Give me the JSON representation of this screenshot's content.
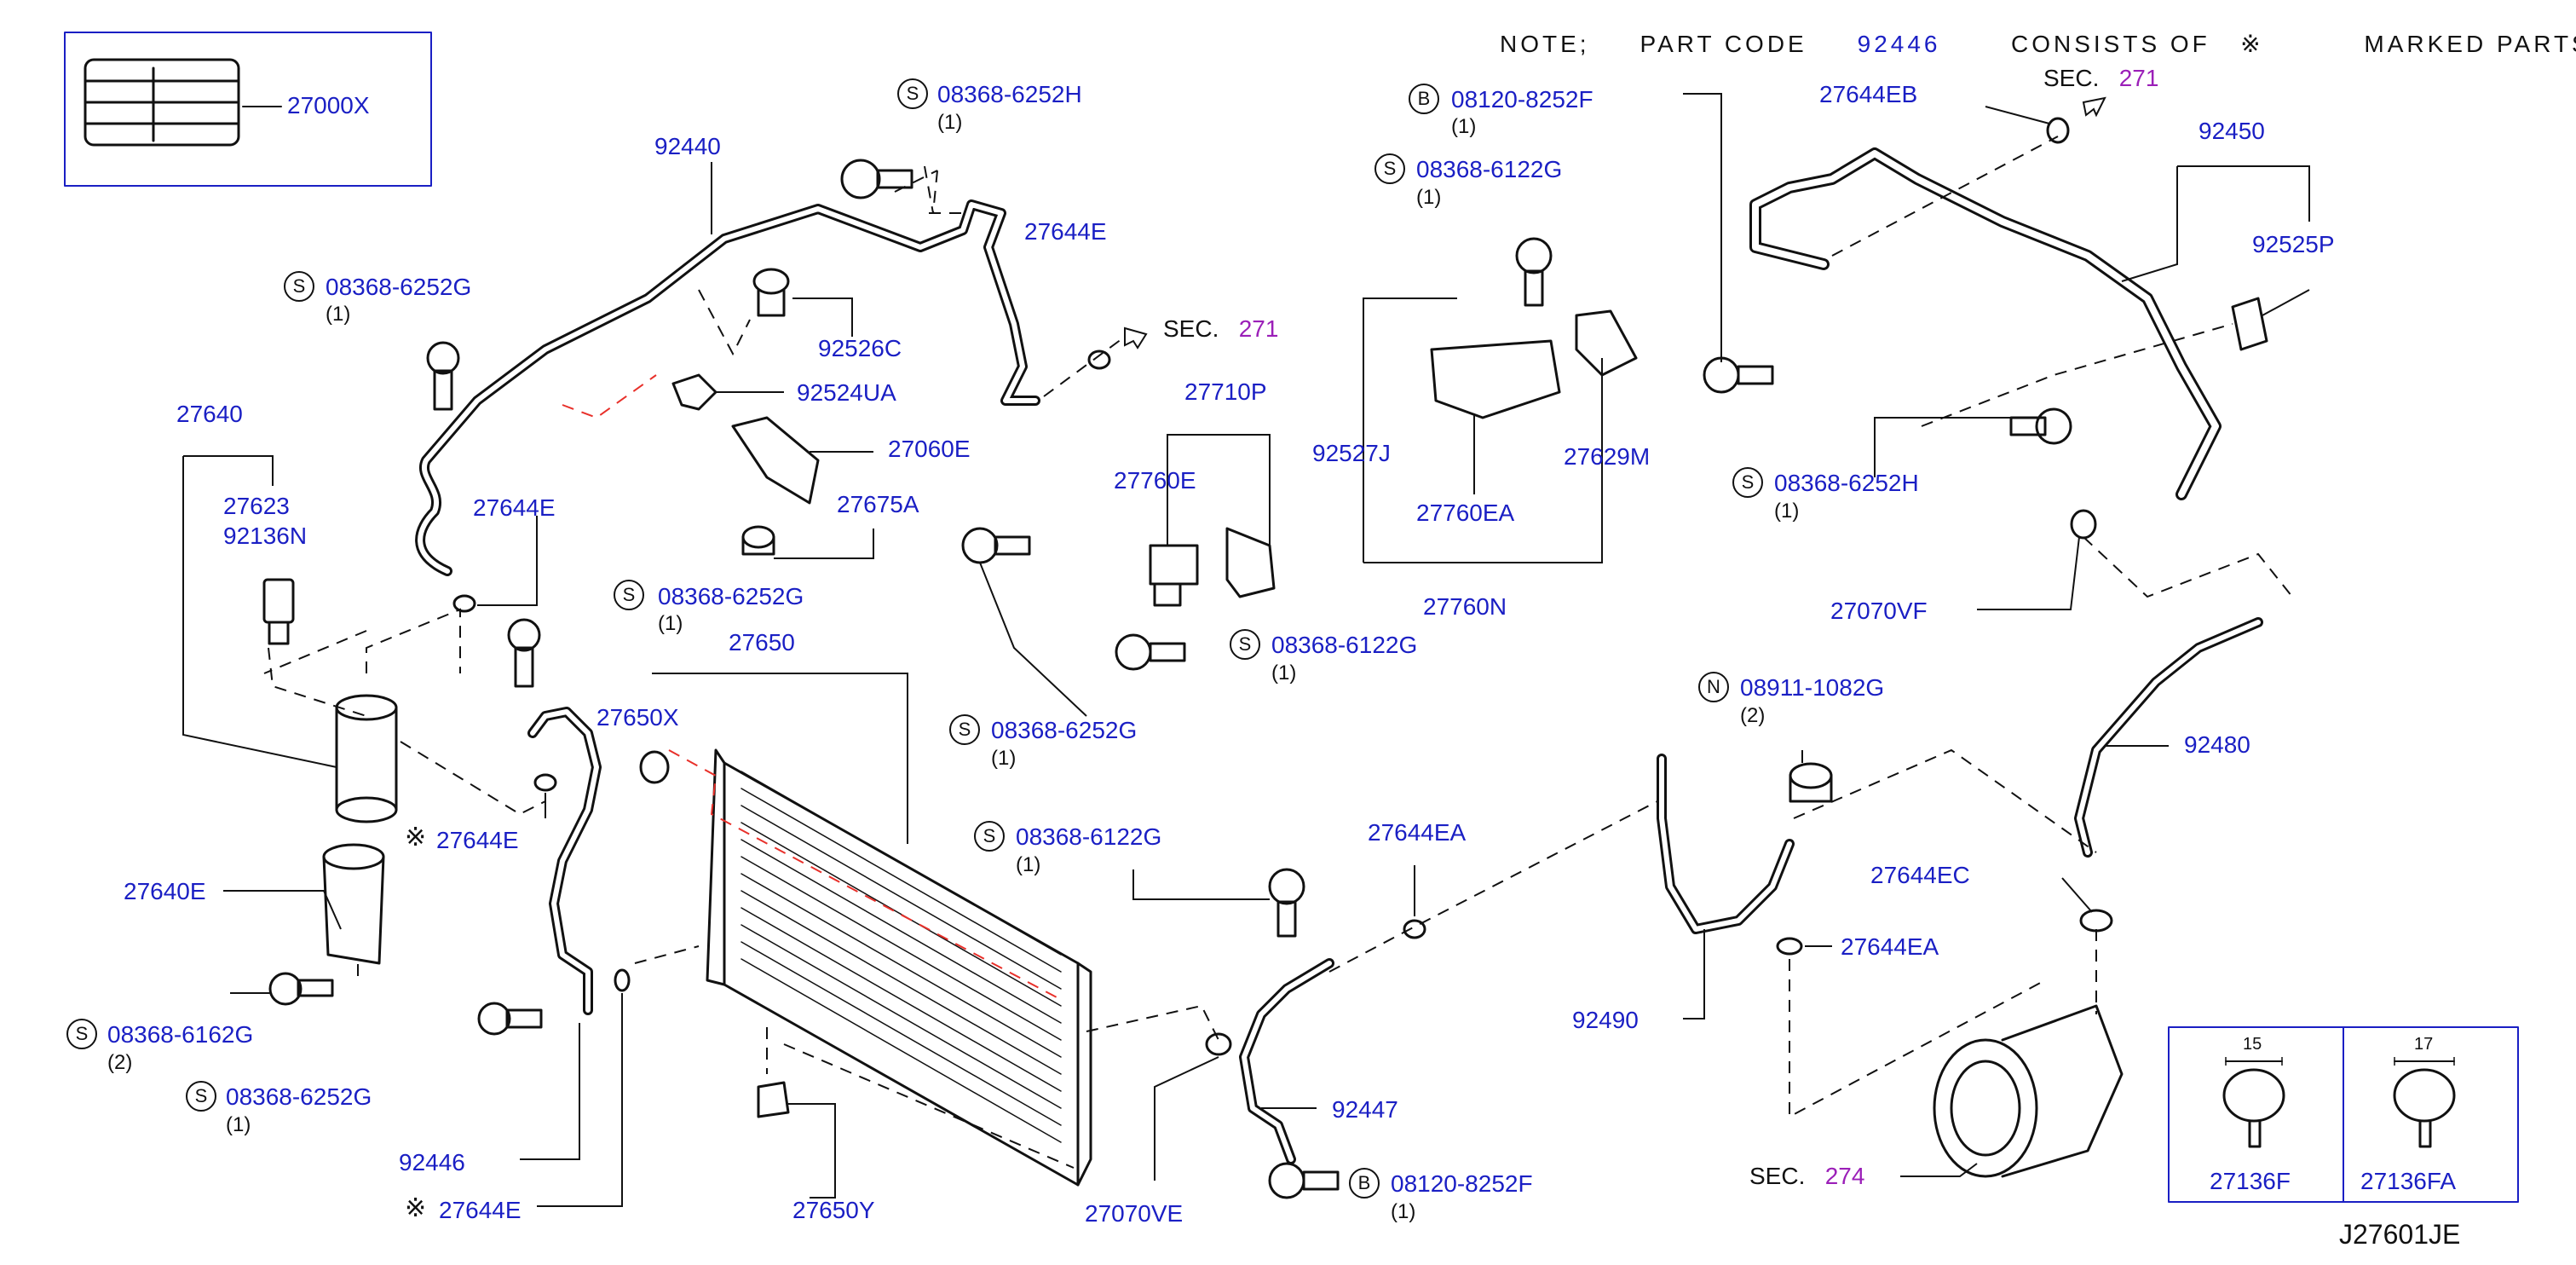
{
  "note": {
    "prefix": "NOTE;",
    "part_code_label": "PART CODE",
    "part_code": "92446",
    "consists_of": "CONSISTS OF",
    "mark": "※",
    "suffix": "MARKED PARTS"
  },
  "diagram_id": "J27601JE",
  "sections": {
    "sec_label": "SEC.",
    "sec_271_a": "271",
    "sec_271_b": "271",
    "sec_274": "274"
  },
  "symbols": {
    "S": "S",
    "B": "B",
    "N": "N"
  },
  "fasteners": {
    "f1": {
      "code": "08368-6252H",
      "qty": "(1)"
    },
    "f2": {
      "code": "08368-6252G",
      "qty": "(1)"
    },
    "f3": {
      "code": "08368-6252G",
      "qty": "(1)"
    },
    "f4": {
      "code": "08368-6252G",
      "qty": "(1)"
    },
    "f5": {
      "code": "08368-6122G",
      "qty": "(1)"
    },
    "f6": {
      "code": "08368-6162G",
      "qty": "(2)"
    },
    "f7": {
      "code": "08368-6252G",
      "qty": "(1)"
    },
    "f8": {
      "code": "08120-8252F",
      "qty": "(1)"
    },
    "f9": {
      "code": "08368-6122G",
      "qty": "(1)"
    },
    "f10": {
      "code": "08368-6122G",
      "qty": "(1)"
    },
    "f11": {
      "code": "08368-6252H",
      "qty": "(1)"
    },
    "f12": {
      "code": "08911-1082G",
      "qty": "(2)"
    },
    "f13": {
      "code": "08120-8252F",
      "qty": "(1)"
    }
  },
  "parts": {
    "p27000X": "27000X",
    "p92440": "92440",
    "p92526C": "92526C",
    "p92524UA": "92524UA",
    "p27060E": "27060E",
    "p27675A": "27675A",
    "p27644E_a": "27644E",
    "p27644E_b": "27644E",
    "p27644E_c": "27644E",
    "p27644E_d": "27644E",
    "p27640": "27640",
    "p27623": "27623",
    "p92136N": "92136N",
    "p27640E": "27640E",
    "p27650": "27650",
    "p27650X": "27650X",
    "p27650Y": "27650Y",
    "p92446": "92446",
    "p27710P": "27710P",
    "p27760E": "27760E",
    "p92527J": "92527J",
    "p27760EA": "27760EA",
    "p27629M": "27629M",
    "p27760N": "27760N",
    "p27644EA_a": "27644EA",
    "p27644EA_b": "27644EA",
    "p92447": "92447",
    "p27070VE": "27070VE",
    "p27644EB": "27644EB",
    "p92450": "92450",
    "p92525P": "92525P",
    "p27070VF": "27070VF",
    "p92480": "92480",
    "p27644EC": "27644EC",
    "p92490": "92490",
    "p27136F": "27136F",
    "p27136FA": "27136FA"
  },
  "clip_dims": {
    "d15": "15",
    "d17": "17"
  }
}
